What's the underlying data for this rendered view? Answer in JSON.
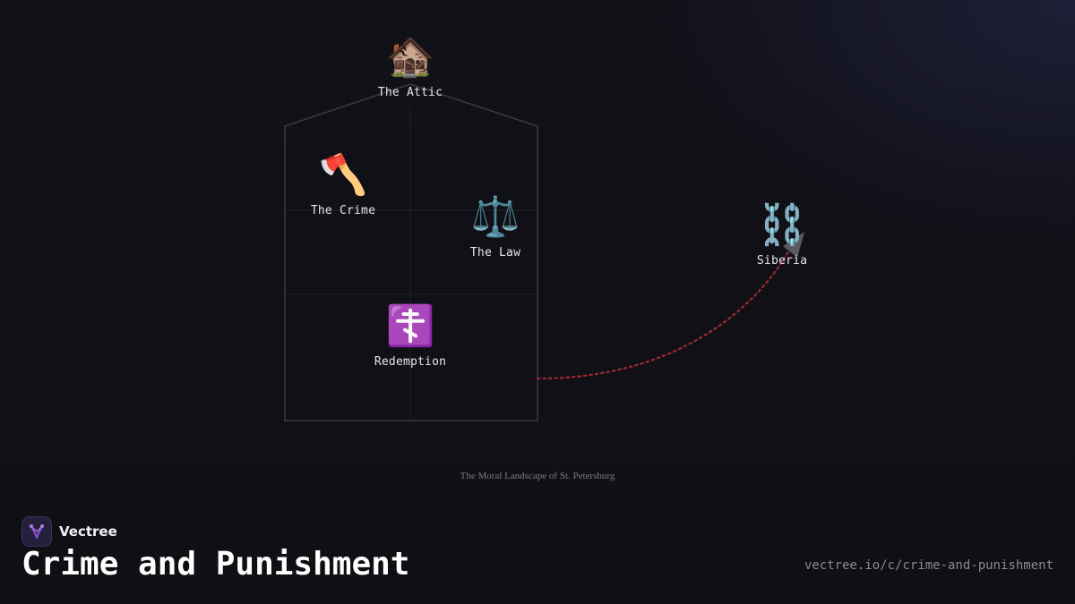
{
  "diagram": {
    "nodes": [
      {
        "id": "attic",
        "emoji": "🏚️",
        "label": "The Attic"
      },
      {
        "id": "crime",
        "emoji": "🪓",
        "label": "The Crime"
      },
      {
        "id": "law",
        "emoji": "⚖️",
        "label": "The Law"
      },
      {
        "id": "redemption",
        "emoji": "☦️",
        "label": "Redemption"
      },
      {
        "id": "siberia",
        "emoji": "⛓️",
        "label": "Siberia"
      }
    ],
    "edges": [
      {
        "from": "redemption",
        "to": "siberia",
        "style": "dotted",
        "color": "#9b2a30"
      }
    ],
    "caption": "The Moral Landscape of St. Petersburg"
  },
  "footer": {
    "brand": "Vectree",
    "title": "Crime and Punishment",
    "url": "vectree.io/c/crime-and-punishment"
  },
  "colors": {
    "background": "#101016",
    "outline": "#3a3a42",
    "edge": "#9b2a30",
    "accent": "#8e4ed8"
  }
}
